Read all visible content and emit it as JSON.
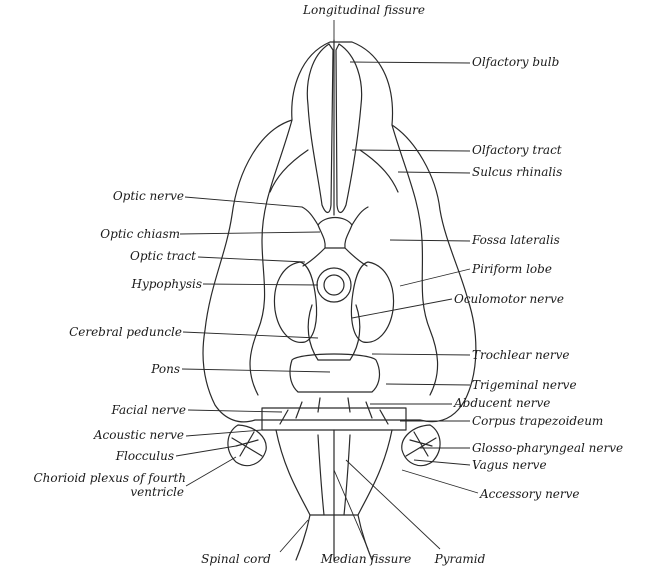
{
  "labels": {
    "longitudinal_fissure": "Longitudinal fissure",
    "olfactory_bulb": "Olfactory bulb",
    "olfactory_tract": "Olfactory tract",
    "sulcus_rhinalis": "Sulcus rhinalis",
    "optic_nerve": "Optic nerve",
    "optic_chiasm": "Optic chiasm",
    "optic_tract": "Optic tract",
    "hypophysis": "Hypophysis",
    "fossa_lateralis": "Fossa lateralis",
    "piriform_lobe": "Piriform lobe",
    "oculomotor_nerve": "Oculomotor nerve",
    "cerebral_peduncle": "Cerebral peduncle",
    "pons": "Pons",
    "trochlear_nerve": "Trochlear nerve",
    "trigeminal_nerve": "Trigeminal nerve",
    "abducent_nerve": "Abducent nerve",
    "facial_nerve": "Facial nerve",
    "corpus_trapezoideum": "Corpus trapezoideum",
    "acoustic_nerve": "Acoustic nerve",
    "glosso_pharyngeal_nerve": "Glosso-pharyngeal nerve",
    "flocculus": "Flocculus",
    "vagus_nerve": "Vagus nerve",
    "chorioid_plexus_line1": "Chorioid plexus of fourth",
    "chorioid_plexus_line2": "ventricle",
    "accessory_nerve": "Accessory nerve",
    "spinal_cord": "Spinal cord",
    "median_fissure": "Median fissure",
    "pyramid": "Pyramid"
  },
  "colors": {
    "ink": "#1a1a1a",
    "shade": "#cfcfcf",
    "paper": "#ffffff"
  }
}
